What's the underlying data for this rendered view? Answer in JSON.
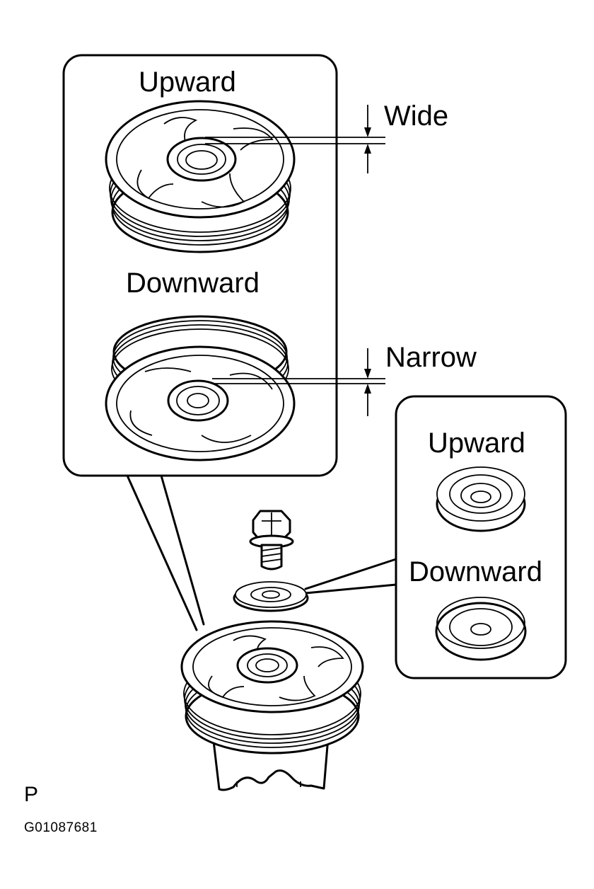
{
  "labels": {
    "upper_box_top": "Upward",
    "upper_box_bottom": "Downward",
    "wide": "Wide",
    "narrow": "Narrow",
    "lower_box_top": "Upward",
    "lower_box_bottom": "Downward",
    "view_mark": "P",
    "figure_code": "G01087681"
  }
}
